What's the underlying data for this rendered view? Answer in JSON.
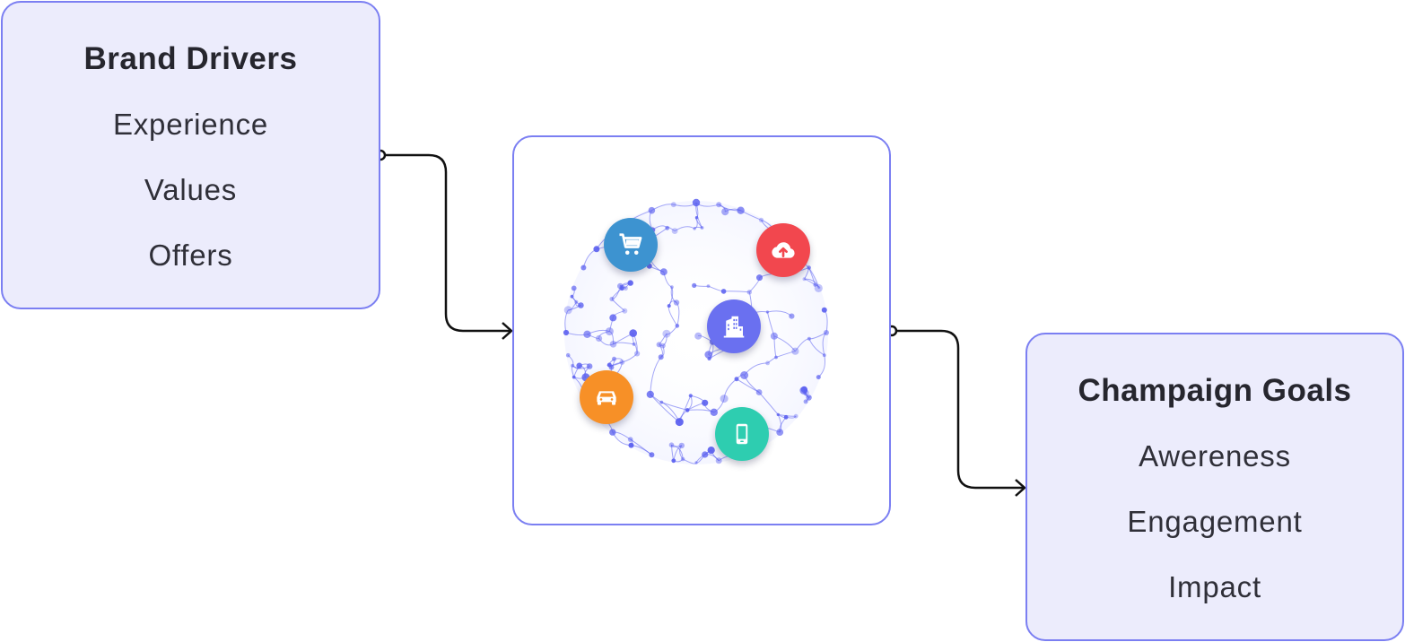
{
  "left_box": {
    "title": "Brand Drivers",
    "items": [
      "Experience",
      "Values",
      "Offers"
    ]
  },
  "right_box": {
    "title": "Champaign Goals",
    "items": [
      "Awereness",
      "Engagement",
      "Impact"
    ]
  },
  "center_box": {
    "graphic": "network-globe",
    "icons": [
      {
        "name": "shopping-cart-icon",
        "color": "#3d93d0"
      },
      {
        "name": "cloud-upload-icon",
        "color": "#f2474e"
      },
      {
        "name": "building-icon",
        "color": "#6a70f0"
      },
      {
        "name": "car-icon",
        "color": "#f79027"
      },
      {
        "name": "smartphone-icon",
        "color": "#2ecdb0"
      }
    ]
  },
  "colors": {
    "box_border": "#7b7ff2",
    "box_fill": "#ececfc",
    "connector": "#111111",
    "network": "#5b60f0"
  }
}
